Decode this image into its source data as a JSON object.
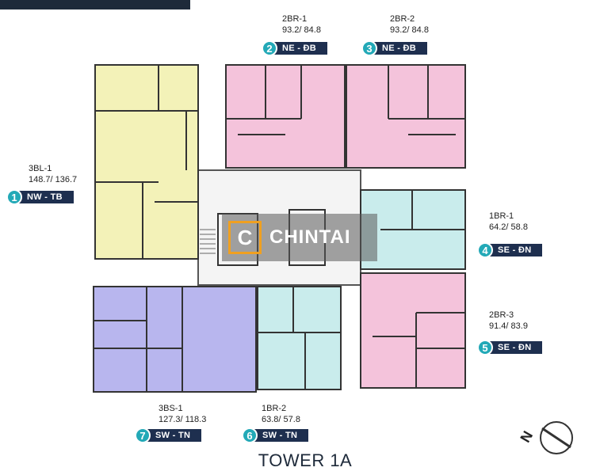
{
  "title": "TOWER 1A",
  "watermark": {
    "logo_letter": "C",
    "text": "CHINTAI"
  },
  "compass": {
    "letter": "N"
  },
  "units": [
    {
      "id": "3bl-1",
      "name": "3BL-1",
      "area": "148.7/ 136.7",
      "badge_number": "1",
      "direction": "NW - TB",
      "color": "#f3f2b8"
    },
    {
      "id": "2br-1",
      "name": "2BR-1",
      "area": "93.2/ 84.8",
      "badge_number": "2",
      "direction": "NE - ĐB",
      "color": "#f4c3db"
    },
    {
      "id": "2br-2",
      "name": "2BR-2",
      "area": "93.2/ 84.8",
      "badge_number": "3",
      "direction": "NE - ĐB",
      "color": "#f4c3db"
    },
    {
      "id": "1br-1",
      "name": "1BR-1",
      "area": "64.2/ 58.8",
      "badge_number": "4",
      "direction": "SE - ĐN",
      "color": "#c9ecec"
    },
    {
      "id": "2br-3",
      "name": "2BR-3",
      "area": "91.4/ 83.9",
      "badge_number": "5",
      "direction": "SE - ĐN",
      "color": "#f4c3db"
    },
    {
      "id": "1br-2",
      "name": "1BR-2",
      "area": "63.8/ 57.8",
      "badge_number": "6",
      "direction": "SW - TN",
      "color": "#c9ecec"
    },
    {
      "id": "3bs-1",
      "name": "3BS-1",
      "area": "127.3/ 118.3",
      "badge_number": "7",
      "direction": "SW - TN",
      "color": "#b8b6ee"
    }
  ]
}
